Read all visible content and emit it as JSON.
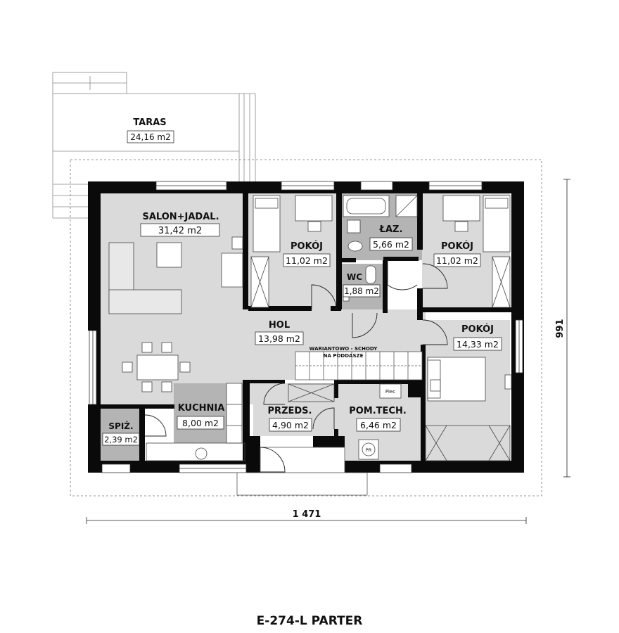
{
  "plan_title": "E-274-L PARTER",
  "dimensions": {
    "width": "1 471",
    "depth": "991"
  },
  "stairs_note": {
    "line1": "WARIANTOWO - SCHODY",
    "line2": "NA PODDASZE"
  },
  "appliance_labels": {
    "stove": "Piec",
    "pr": "PR"
  },
  "rooms": {
    "taras": {
      "name": "TARAS",
      "area": "24,16 m2"
    },
    "salon": {
      "name": "SALON+JADAL.",
      "area": "31,42 m2"
    },
    "pokoj1": {
      "name": "POKÓJ",
      "area": "11,02 m2"
    },
    "lazienka": {
      "name": "ŁAZ.",
      "area": "5,66 m2"
    },
    "pokoj2": {
      "name": "POKÓJ",
      "area": "11,02 m2"
    },
    "wc": {
      "name": "WC",
      "area": "1,88 m2"
    },
    "hol": {
      "name": "HOL",
      "area": "13,98 m2"
    },
    "pokoj3": {
      "name": "POKÓJ",
      "area": "14,33 m2"
    },
    "kuchnia": {
      "name": "KUCHNIA",
      "area": "8,00 m2"
    },
    "spizarnia": {
      "name": "SPIŻ.",
      "area": "2,39 m2"
    },
    "przedsionek": {
      "name": "PRZEDS.",
      "area": "4,90 m2"
    },
    "pomtech": {
      "name": "POM.TECH.",
      "area": "6,46 m2"
    }
  }
}
